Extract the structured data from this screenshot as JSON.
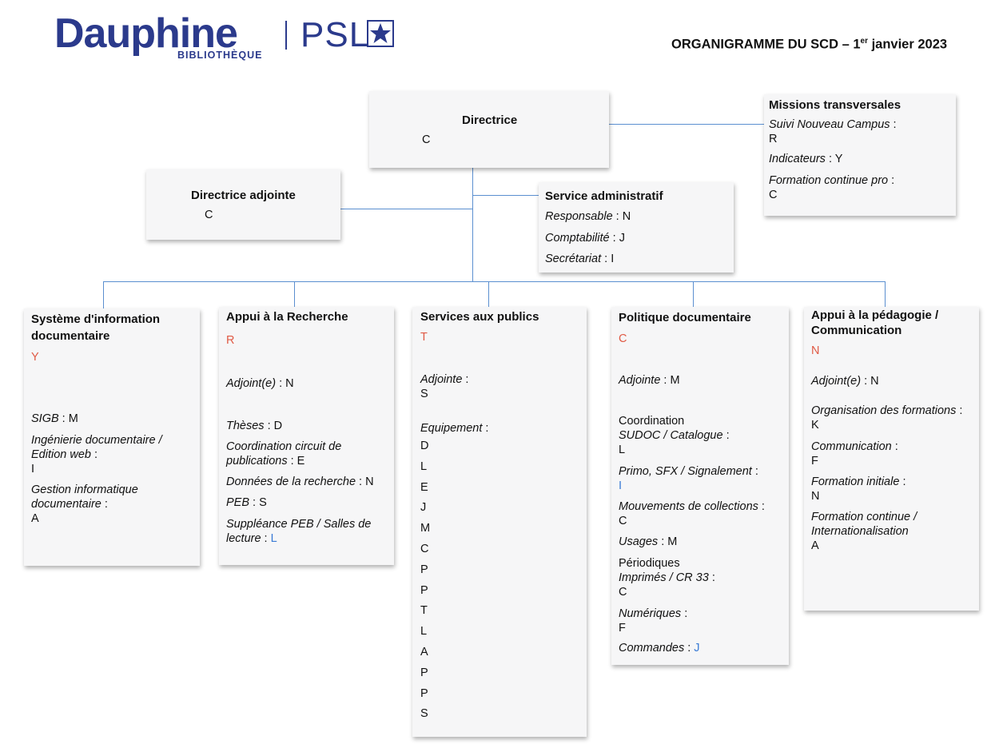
{
  "logo": {
    "main": "Dauphine",
    "sub": "BIBLIOTHÈQUE",
    "psl": "PSL"
  },
  "heading": {
    "text": "ORGANIGRAMME DU SCD – 1",
    "sup": "er",
    "tail": " janvier 2023"
  },
  "directrice": {
    "title": "Directrice",
    "name": "C"
  },
  "directrice_adjointe": {
    "title": "Directrice adjointe",
    "name": "C"
  },
  "missions": {
    "title": "Missions transversales",
    "items": [
      {
        "label": "Suivi Nouveau Campus",
        "value": "R"
      },
      {
        "label": "Indicateurs",
        "value": "Y"
      },
      {
        "label": "Formation continue pro",
        "value": "C"
      }
    ]
  },
  "service_admin": {
    "title": "Service administratif",
    "items": [
      {
        "label": "Responsable",
        "value": "N"
      },
      {
        "label": "Comptabilité",
        "value": "J"
      },
      {
        "label": "Secrétariat",
        "value": "I"
      }
    ]
  },
  "sid": {
    "title_line1": "Système d'information",
    "title_line2": "documentaire",
    "head": "Y",
    "sigb_label": "SIGB",
    "sigb_value": "M",
    "ing_label1": "Ingénierie documentaire /",
    "ing_label2": "Edition web",
    "ing_value": "I",
    "gest_label1": "Gestion informatique",
    "gest_label2": "documentaire",
    "gest_value": "A"
  },
  "recherche": {
    "title": "Appui à la Recherche",
    "head": "R",
    "adj_label": "Adjoint(e)",
    "adj_value": "N",
    "theses_label": "Thèses",
    "theses_value": "D",
    "coord_label1": "Coordination circuit de",
    "coord_label2": "publications",
    "coord_value": "E",
    "donnees_label": "Données de la recherche",
    "donnees_value": "N",
    "peb_label": "PEB",
    "peb_value": "S",
    "supp_label1": "Suppléance PEB / Salles de",
    "supp_label2": "lecture",
    "supp_value": "L"
  },
  "publics": {
    "title": "Services aux publics",
    "head": "T",
    "adj_label": "Adjointe",
    "adj_value": "S",
    "equip_label": "Equipement",
    "equip": [
      "D",
      "L",
      "E",
      "J",
      "M",
      "C",
      "P",
      "P",
      "T",
      "L",
      "A",
      "P",
      "P",
      "S"
    ]
  },
  "politique": {
    "title": "Politique documentaire",
    "head": "C",
    "adj_label": "Adjointe",
    "adj_value": "M",
    "coord_plain": "Coordination",
    "sudoc_label": "SUDOC / Catalogue",
    "sudoc_value": "L",
    "primo_label": "Primo, SFX / Signalement",
    "primo_value": "I",
    "mouv_label": "Mouvements de collections",
    "mouv_value": "C",
    "usages_label": "Usages",
    "usages_value": "M",
    "period_plain": "Périodiques",
    "impr_label": "Imprimés / CR 33",
    "impr_value": "C",
    "num_label": "Numériques",
    "num_value": "F",
    "cmd_label": "Commandes",
    "cmd_value": "J"
  },
  "pedagogie": {
    "title_line1": "Appui à la pédagogie /",
    "title_line2": "Communication",
    "head": "N",
    "adj_label": "Adjoint(e)",
    "adj_value": "N",
    "orga_label": "Organisation des formations",
    "orga_value": "K",
    "comm_label": "Communication",
    "comm_value": "F",
    "fi_label": "Formation initiale",
    "fi_value": "N",
    "fc_label1": "Formation continue /",
    "fc_label2": "Internationalisation",
    "fc_value": "A"
  },
  "colors": {
    "line": "#5b8fd0",
    "accent_red": "#e05a45",
    "accent_blue": "#3a7bd5",
    "brand": "#2b3a8c"
  }
}
